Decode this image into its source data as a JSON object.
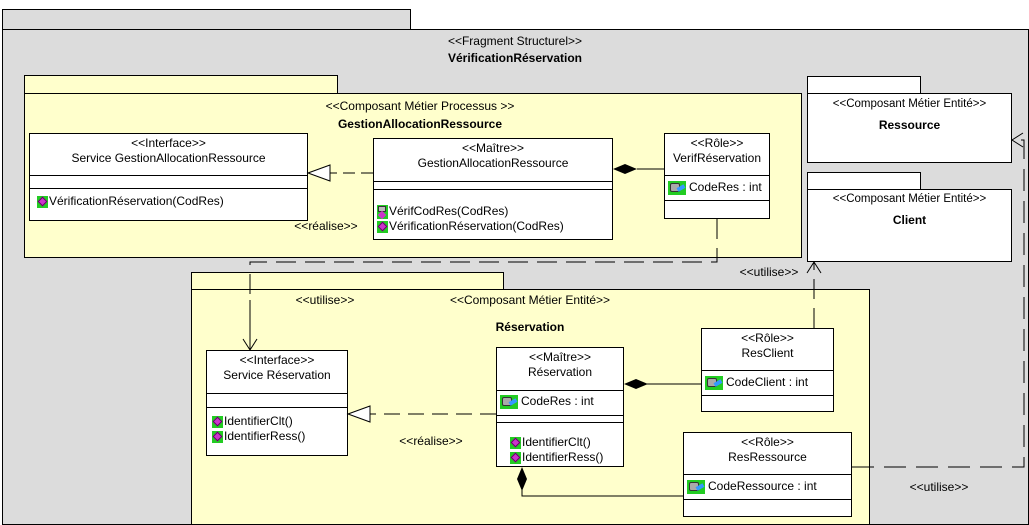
{
  "fragment": {
    "stereotype": "<<Fragment Structurel>>",
    "name": "VérificationRéservation"
  },
  "gestion_pkg": {
    "stereotype": "<<Composant Métier Processus >>",
    "name": "GestionAllocationRessource",
    "interface": {
      "stereotype": "<<Interface>>",
      "name": "Service GestionAllocationRessource",
      "operations": [
        "VérificationRéservation(CodRes)"
      ]
    },
    "maitre": {
      "stereotype": "<<Maître>>",
      "name": "GestionAllocationRessource",
      "operations": [
        "VérifCodRes(CodRes)",
        "VérificationRéservation(CodRes)"
      ]
    },
    "role": {
      "stereotype": "<<Rôle>>",
      "name": "VerifRéservation",
      "attributes": [
        "CodeRes : int"
      ]
    },
    "realise_label": "<<réalise>>"
  },
  "ressource_pkg": {
    "stereotype": "<<Composant Métier Entité>>",
    "name": "Ressource"
  },
  "client_pkg": {
    "stereotype": "<<Composant Métier Entité>>",
    "name": "Client"
  },
  "reservation_pkg": {
    "stereotype": "<<Composant Métier Entité>>",
    "name": "Réservation",
    "utilise_label": "<<utilise>>",
    "interface": {
      "stereotype": "<<Interface>>",
      "name": "Service Réservation",
      "operations": [
        "IdentifierClt()",
        "IdentifierRess()"
      ]
    },
    "maitre": {
      "stereotype": "<<Maître>>",
      "name": "Réservation",
      "attributes": [
        "CodeRes : int"
      ],
      "operations": [
        "IdentifierClt()",
        "IdentifierRess()"
      ]
    },
    "role_client": {
      "stereotype": "<<Rôle>>",
      "name": "ResClient",
      "attributes": [
        "CodeClient : int"
      ]
    },
    "role_ressource": {
      "stereotype": "<<Rôle>>",
      "name": "ResRessource",
      "attributes": [
        "CodeRessource : int"
      ]
    },
    "realise_label": "<<réalise>>"
  },
  "utilise_client_label": "<<utilise>>",
  "utilise_ressource_label": "<<utilise>>",
  "colors": {
    "outer_fill": "#dcdcdc",
    "package_fill": "#ffffcc",
    "icon_green": "#22cc22",
    "icon_magenta": "#cc33cc"
  }
}
